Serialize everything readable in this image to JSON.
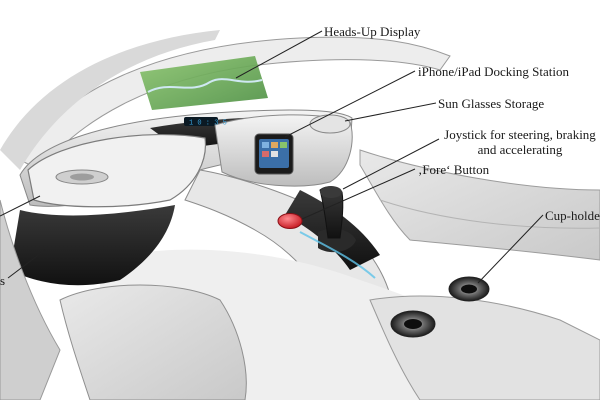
{
  "annotations": {
    "heads_up_display": "Heads-Up Display",
    "docking_station": "iPhone/iPad Docking Station",
    "sun_glasses_storage": "Sun Glasses Storage",
    "joystick_line1": "Joystick for steering, braking",
    "joystick_line2": "and accelerating",
    "fore_button": "‚Fore‘ Button",
    "cup_holder": "Cup-holder",
    "left_edge_fragment": "s"
  },
  "display": {
    "hud_readout": "1 0 : 3 5"
  },
  "colors": {
    "line": "#222222",
    "fore_button": "#e8323c",
    "hud_map": "#6fae5a",
    "hud_text": "#3aa0d8",
    "ambient_accent": "#5fc3e8"
  }
}
